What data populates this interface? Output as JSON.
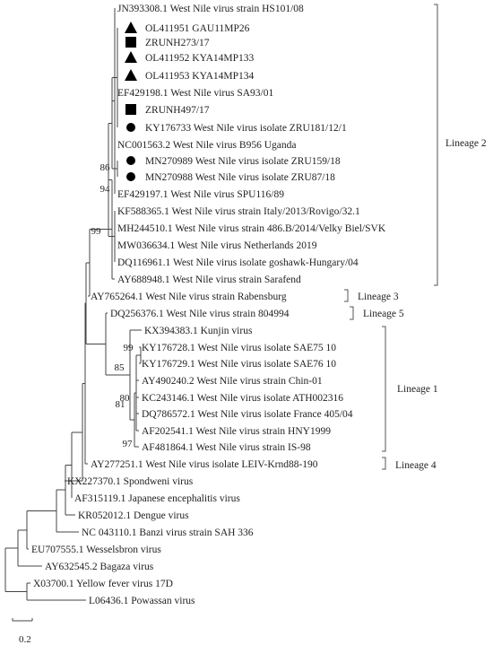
{
  "taxa": [
    {
      "id": "t1",
      "label": "JN393308.1 West Nile virus strain HS101/08",
      "marker": "none"
    },
    {
      "id": "t2",
      "label": "OL411951 GAU11MP26",
      "marker": "triangle"
    },
    {
      "id": "t3",
      "label": "ZRUNH273/17",
      "marker": "square"
    },
    {
      "id": "t4",
      "label": "OL411952 KYA14MP133",
      "marker": "triangle"
    },
    {
      "id": "t5",
      "label": "OL411953 KYA14MP134",
      "marker": "triangle"
    },
    {
      "id": "t6",
      "label": "EF429198.1 West Nile virus SA93/01",
      "marker": "none"
    },
    {
      "id": "t7",
      "label": "ZRUNH497/17",
      "marker": "square"
    },
    {
      "id": "t8",
      "label": "KY176733 West Nile virus isolate ZRU181/12/1",
      "marker": "circle"
    },
    {
      "id": "t9",
      "label": "NC001563.2 West Nile virus B956 Uganda",
      "marker": "none"
    },
    {
      "id": "t10",
      "label": "MN270989 West Nile virus isolate ZRU159/18",
      "marker": "circle"
    },
    {
      "id": "t11",
      "label": "MN270988 West Nile virus isolate ZRU87/18",
      "marker": "circle"
    },
    {
      "id": "t12",
      "label": "EF429197.1 West Nile virus SPU116/89",
      "marker": "none"
    },
    {
      "id": "t13",
      "label": "KF588365.1 West Nile virus strain Italy/2013/Rovigo/32.1",
      "marker": "none"
    },
    {
      "id": "t14",
      "label": "MH244510.1 West Nile virus strain 486.B/2014/Velky Biel/SVK",
      "marker": "none"
    },
    {
      "id": "t15",
      "label": "MW036634.1 West Nile virus Netherlands 2019",
      "marker": "none"
    },
    {
      "id": "t16",
      "label": "DQ116961.1 West Nile virus isolate goshawk-Hungary/04",
      "marker": "none"
    },
    {
      "id": "t17",
      "label": "AY688948.1 West Nile virus strain Sarafend",
      "marker": "none"
    },
    {
      "id": "t18",
      "label": "AY765264.1 West Nile virus strain Rabensburg",
      "marker": "none"
    },
    {
      "id": "t19",
      "label": "DQ256376.1 West Nile virus strain 804994",
      "marker": "none"
    },
    {
      "id": "t20",
      "label": "KX394383.1 Kunjin virus",
      "marker": "none"
    },
    {
      "id": "t21",
      "label": "KY176728.1 West Nile virus isolate SAE75 10",
      "marker": "none"
    },
    {
      "id": "t22",
      "label": "KY176729.1 West Nile virus isolate SAE76 10",
      "marker": "none"
    },
    {
      "id": "t23",
      "label": "AY490240.2 West Nile virus strain Chin-01",
      "marker": "none"
    },
    {
      "id": "t24",
      "label": "KC243146.1 West Nile virus isolate ATH002316",
      "marker": "none"
    },
    {
      "id": "t25",
      "label": "DQ786572.1 West Nile virus isolate France 405/04",
      "marker": "none"
    },
    {
      "id": "t26",
      "label": "AF202541.1 West Nile virus strain HNY1999",
      "marker": "none"
    },
    {
      "id": "t27",
      "label": "AF481864.1 West Nile virus strain IS-98",
      "marker": "none"
    },
    {
      "id": "t28",
      "label": "AY277251.1 West Nile virus isolate LEIV-Krnd88-190",
      "marker": "none"
    },
    {
      "id": "t29",
      "label": "KX227370.1 Spondweni virus",
      "marker": "none"
    },
    {
      "id": "t30",
      "label": "AF315119.1 Japanese encephalitis virus",
      "marker": "none"
    },
    {
      "id": "t31",
      "label": "KR052012.1 Dengue virus",
      "marker": "none"
    },
    {
      "id": "t32",
      "label": "NC 043110.1 Banzi virus strain SAH 336",
      "marker": "none"
    },
    {
      "id": "t33",
      "label": "EU707555.1 Wesselsbron virus",
      "marker": "none"
    },
    {
      "id": "t34",
      "label": "AY632545.2 Bagaza virus",
      "marker": "none"
    },
    {
      "id": "t35",
      "label": "X03700.1 Yellow fever virus 17D",
      "marker": "none"
    },
    {
      "id": "t36",
      "label": "L06436.1 Powassan virus",
      "marker": "none"
    }
  ],
  "bootstrap_values": [
    "86",
    "94",
    "99",
    "99",
    "85",
    "80",
    "81",
    "97"
  ],
  "lineages": [
    "Lineage 2",
    "Lineage 3",
    "Lineage 5",
    "Lineage 1",
    "Lineage 4"
  ],
  "scale_bar": {
    "label": "0.2"
  },
  "colors": {
    "branch": "#444444",
    "marker": "#000000",
    "text": "#222222"
  }
}
